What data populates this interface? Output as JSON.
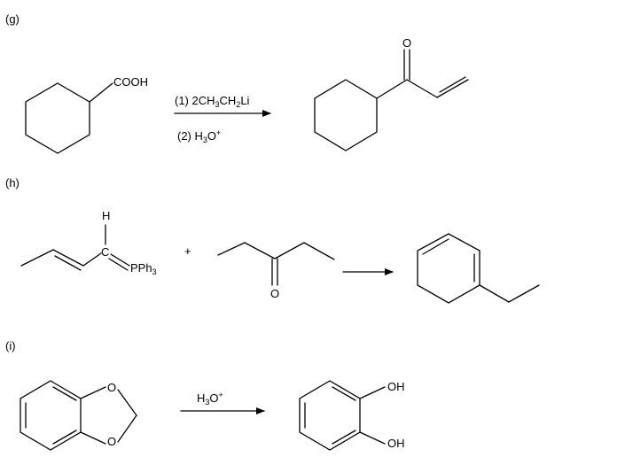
{
  "reactions": [
    {
      "label": "(g)",
      "reactant": {
        "substituent": "COOH"
      },
      "conditions": {
        "step1": {
          "pre": "(1) 2CH",
          "s1": "3",
          "mid": "CH",
          "s2": "2",
          "post": "Li"
        },
        "step2": {
          "pre": "(2) H",
          "s1": "3",
          "mid": "O",
          "sup": "+"
        }
      },
      "product": {
        "carbonyl_O": "O"
      }
    },
    {
      "label": "(h)",
      "ylide": {
        "H": "H",
        "C": "C",
        "P_pre": "PPh",
        "P_sub": "3"
      },
      "plus": "+",
      "ketone": {
        "O": "O"
      }
    },
    {
      "label": "(i)",
      "reactant": {
        "O_top": "O",
        "O_bottom": "O"
      },
      "conditions": {
        "pre": "H",
        "s1": "3",
        "mid": "O",
        "sup": "+"
      },
      "product": {
        "OH_top": "OH",
        "OH_bottom": "OH"
      }
    }
  ]
}
